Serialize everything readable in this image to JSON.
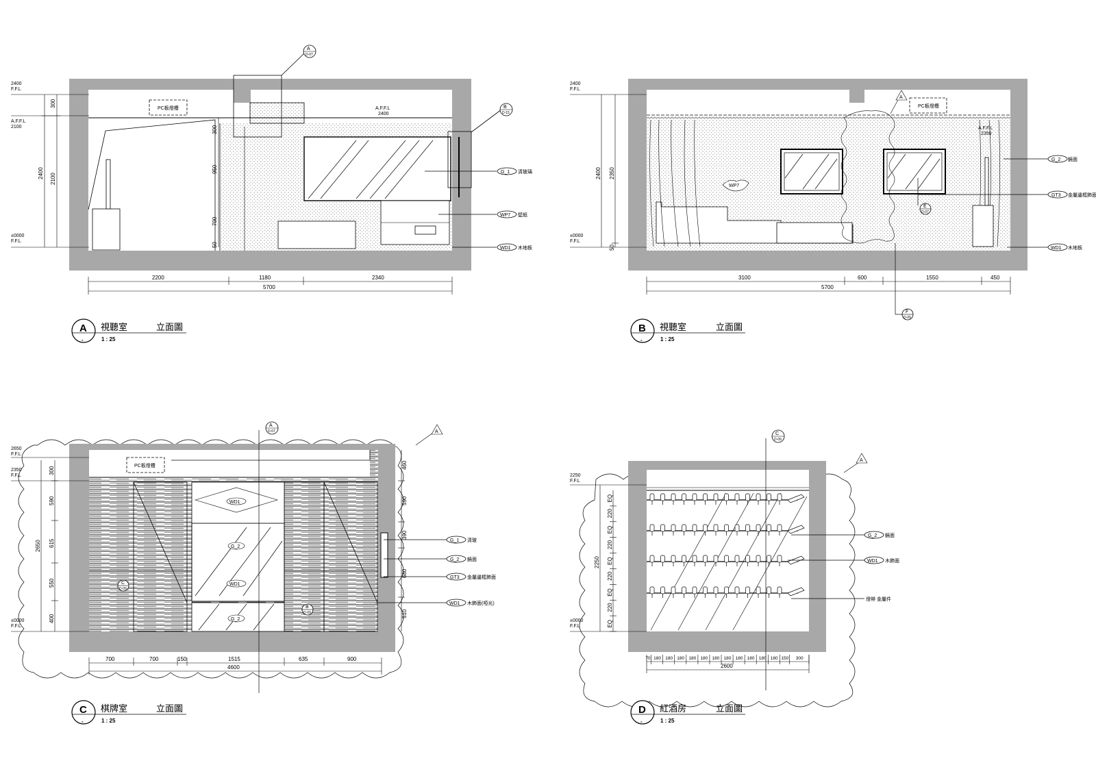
{
  "sheet": {
    "panels": [
      {
        "id": "A",
        "title": "視聽室",
        "suffix": "立面圖",
        "scale": "1 : 25",
        "sub": "-",
        "callouts": [
          {
            "top": "A",
            "bottom": "D-07"
          },
          {
            "top": "B",
            "bottom": "D-15"
          }
        ],
        "levels": [
          {
            "v": "2400",
            "u": "F.F.L"
          },
          {
            "v": "A.F.F.L",
            "u": "2100"
          },
          {
            "v": "±0000",
            "u": "F.F.L"
          }
        ],
        "inner_label": {
          "v": "A.F.F.L",
          "u": "2400"
        },
        "vdims_outer": [
          "300",
          "2400",
          "2100"
        ],
        "vdims_inner": [
          "300",
          "950",
          "700",
          "50"
        ],
        "hdims": [
          "2200",
          "1180",
          "2340"
        ],
        "htotal": "5700",
        "tags": [
          {
            "code": "G_1",
            "text": "清玻璃"
          },
          {
            "code": "WP7",
            "text": "壁紙"
          },
          {
            "code": "WD1",
            "text": "木地板"
          }
        ],
        "box_label": "PC板燈槽",
        "switch_label": "口"
      },
      {
        "id": "B",
        "title": "視聽室",
        "suffix": "立面圖",
        "scale": "1 : 25",
        "sub": "-",
        "callouts": [
          {
            "top": "A",
            "bottom": ""
          },
          {
            "top": "E",
            "bottom": "D-07"
          },
          {
            "top": "F",
            "bottom": "D-09"
          }
        ],
        "levels": [
          {
            "v": "2400",
            "u": "F.F.L"
          },
          {
            "v": "±0000",
            "u": "F.F.L"
          }
        ],
        "inner_label": {
          "v": "A.F.F.L",
          "u": "2350"
        },
        "vdims_outer": [
          "2400",
          "2350",
          "50"
        ],
        "hdims": [
          "3100",
          "600",
          "1550",
          "450"
        ],
        "htotal": "5700",
        "tags": [
          {
            "code": "G_2",
            "text": "鏡面"
          },
          {
            "code": "GT3",
            "text": "金屬邊框飾面"
          },
          {
            "code": "WD1",
            "text": "木地板"
          }
        ],
        "box_label": "PC板燈槽",
        "wall_tag": "WP7"
      },
      {
        "id": "C",
        "title": "棋牌室",
        "suffix": "立面圖",
        "scale": "1 : 25",
        "sub": "-",
        "callouts": [
          {
            "top": "A",
            "bottom": "D-07"
          },
          {
            "top": "B",
            "bottom": "D-09"
          },
          {
            "top": "C",
            "bottom": "D-09"
          }
        ],
        "levels": [
          {
            "v": "2650",
            "u": "F.F.L"
          },
          {
            "v": "2350",
            "u": "F.F.L"
          },
          {
            "v": "±0000",
            "u": "F.F.L"
          }
        ],
        "vdims_left": [
          "300",
          "590",
          "615",
          "550",
          "400"
        ],
        "vtotal": "2650",
        "vdims_right": [
          "460",
          "590",
          "390",
          "680",
          "510"
        ],
        "hdims": [
          "700",
          "700",
          "150",
          "1515",
          "635",
          "900"
        ],
        "htotal": "4600",
        "tags": [
          {
            "code": "G_1",
            "text": "清玻"
          },
          {
            "code": "G_2",
            "text": "鏡面"
          },
          {
            "code": "GT3",
            "text": "金屬邊框飾面"
          },
          {
            "code": "WD1",
            "text": "木飾面(啞光)"
          }
        ],
        "panel_tags": [
          "WD1",
          "G_2",
          "WD1",
          "G_2"
        ],
        "box_label": "PC板燈槽"
      },
      {
        "id": "D",
        "title": "紅酒房",
        "suffix": "立面圖",
        "scale": "1 : 25",
        "sub": "-",
        "callouts": [
          {
            "top": "C",
            "bottom": "D-09"
          },
          {
            "top": "A",
            "bottom": ""
          }
        ],
        "levels": [
          {
            "v": "2250",
            "u": "F.F.L"
          },
          {
            "v": "±0000",
            "u": "F.F.L"
          }
        ],
        "vdims_left": [
          "EQ",
          "220",
          "EQ",
          "220",
          "EQ",
          "220",
          "EQ",
          "220",
          "EQ"
        ],
        "vtotal": "2250",
        "hdims": [
          "70",
          "180",
          "180",
          "180",
          "180",
          "180",
          "180",
          "180",
          "180",
          "180",
          "180",
          "180",
          "150",
          "300"
        ],
        "htotal": "2600",
        "tags": [
          {
            "code": "G_2",
            "text": "鏡面"
          },
          {
            "code": "WD1",
            "text": "木飾面"
          },
          {
            "code": "",
            "text": "燈帶  金屬件"
          }
        ]
      }
    ]
  }
}
